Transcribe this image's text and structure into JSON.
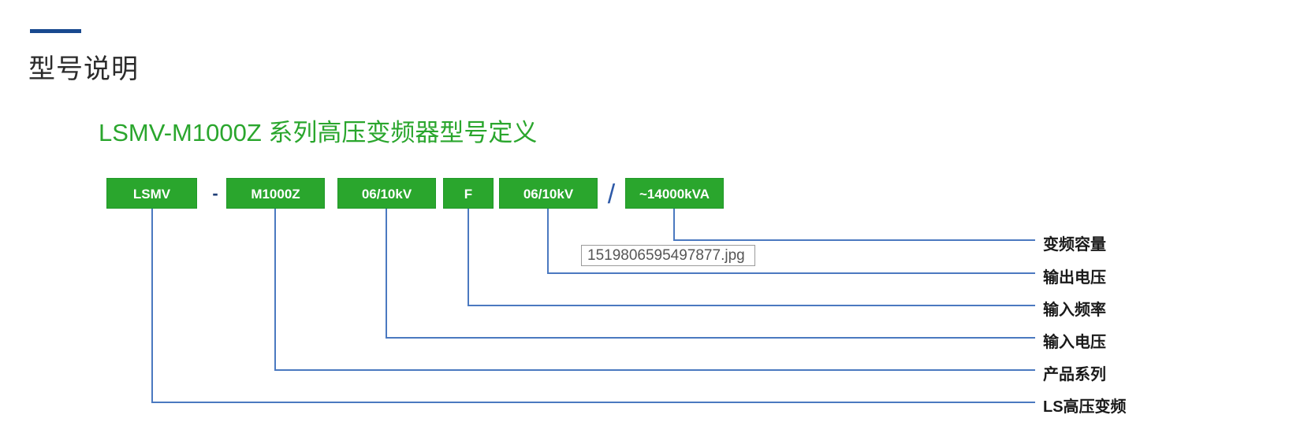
{
  "section": {
    "title": "型号说明"
  },
  "diagram": {
    "title": "LSMV-M1000Z 系列高压变频器型号定义",
    "separators": {
      "dash": "-",
      "slash": "/"
    },
    "segments": [
      {
        "code": "LSMV",
        "meaning": "LS高压变频"
      },
      {
        "code": "M1000Z",
        "meaning": "产品系列"
      },
      {
        "code": "06/10kV",
        "meaning": "输入电压"
      },
      {
        "code": "F",
        "meaning": "输入频率"
      },
      {
        "code": "06/10kV",
        "meaning": "输出电压"
      },
      {
        "code": "~14000kVA",
        "meaning": "变频容量"
      }
    ],
    "tooltip_text": "1519806595497877.jpg",
    "colors": {
      "box_green": "#2aa62d",
      "connector_blue": "#4b79c0",
      "accent_navy": "#18498f"
    }
  }
}
